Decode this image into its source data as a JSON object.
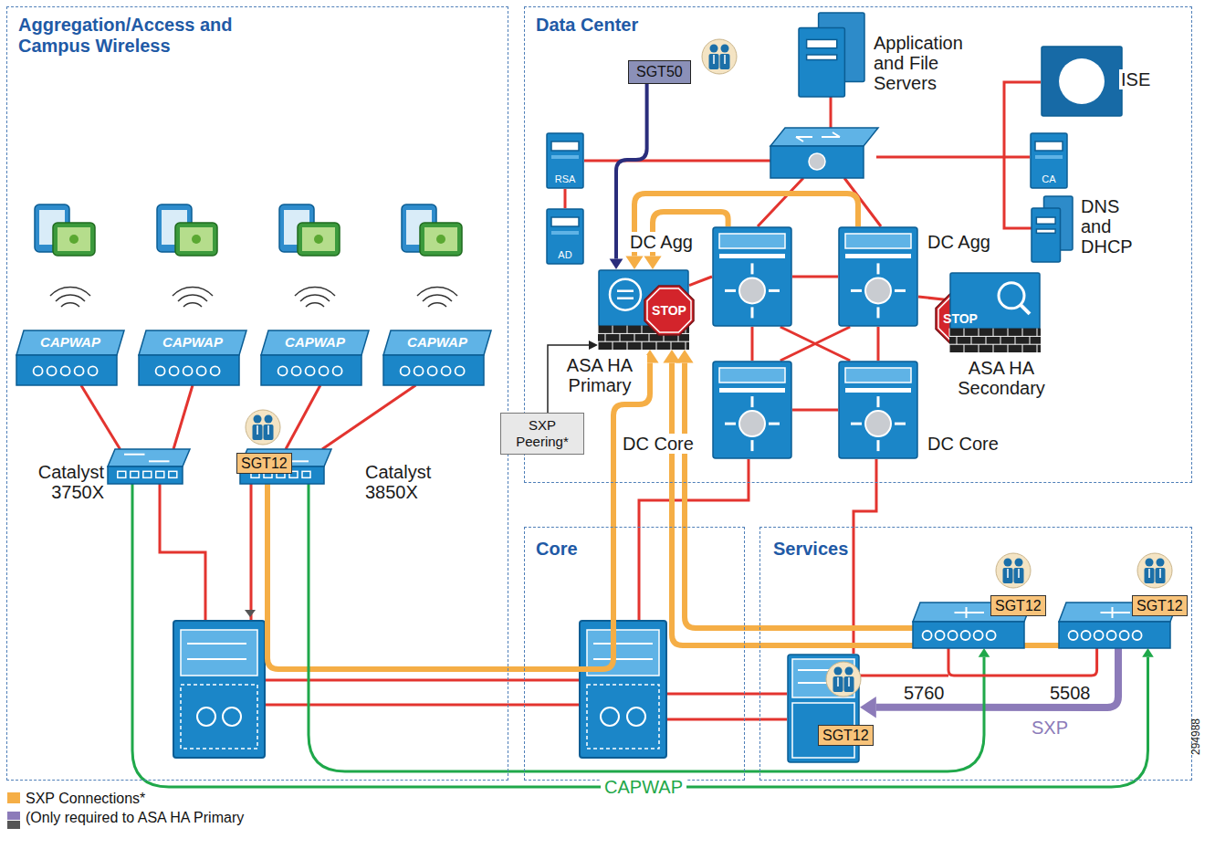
{
  "diagram": {
    "nodes": [
      {
        "text": [
          "Aggregation/Access and Campus Wireless"
        ]
      },
      {
        "text": [
          "Data Center"
        ]
      },
      {
        "text": [
          "Core"
        ]
      },
      {
        "text": [
          "Services"
        ]
      },
      {
        "text": [
          "SGT50"
        ],
        "in": 1
      },
      {
        "text": [
          "Application and File Servers"
        ],
        "in": 1
      },
      {
        "text": [
          "ISE"
        ],
        "in": 1
      },
      {
        "text": [
          "RSA"
        ],
        "in": 1
      },
      {
        "text": [
          "AD"
        ],
        "in": 1
      },
      {
        "text": [
          "CA"
        ],
        "in": 1
      },
      {
        "text": [
          "DNS and DHCP"
        ],
        "in": 1
      },
      {
        "text": [
          "DC Agg"
        ],
        "in": 1
      },
      {
        "text": [
          "DC Agg"
        ],
        "in": 1
      },
      {
        "text": [
          "ASA HA Primary"
        ],
        "in": 1
      },
      {
        "text": [
          "STOP"
        ],
        "in": 1
      },
      {
        "text": [
          "STOP"
        ],
        "in": 1
      },
      {
        "text": [
          "ASA HA Secondary"
        ],
        "in": 1
      },
      {
        "text": [
          "DC Core"
        ],
        "in": 1
      },
      {
        "text": [
          "DC Core"
        ],
        "in": 1
      },
      {
        "text": [
          "SXP Peering*"
        ]
      },
      {
        "text": [
          "CAPWAP"
        ],
        "in": 0
      },
      {
        "text": [
          "CAPWAP"
        ],
        "in": 0
      },
      {
        "text": [
          "CAPWAP"
        ],
        "in": 0
      },
      {
        "text": [
          "CAPWAP"
        ],
        "in": 0
      },
      {
        "text": [
          "Catalyst 3750X"
        ],
        "in": 0
      },
      {
        "text": [
          "Catalyst 3850X",
          "SGT12"
        ],
        "in": 0
      },
      {
        "text": [
          "SGT12"
        ],
        "in": 3
      },
      {
        "text": [
          "SGT12",
          "5760"
        ],
        "in": 3
      },
      {
        "text": [
          "SGT12",
          "5508"
        ],
        "in": 3
      }
    ],
    "edges": [
      {
        "from": 25,
        "to": 13,
        "arrow": "to"
      },
      {
        "from": 27,
        "to": 13,
        "arrow": "to"
      },
      {
        "from": 28,
        "to": 13,
        "arrow": "to"
      },
      {
        "from": 11,
        "to": 13,
        "arrow": "to"
      },
      {
        "from": 12,
        "to": 13,
        "arrow": "to"
      },
      {
        "from": 28,
        "to": 26,
        "label": "SXP",
        "arrow": "to"
      },
      {
        "from": 4,
        "to": 13,
        "arrow": "to"
      },
      {
        "from": 24,
        "to": 28,
        "label": "CAPWAP",
        "arrow": "to"
      },
      {
        "from": 25,
        "to": 27,
        "arrow": "to"
      },
      {
        "from": 20,
        "to": 24,
        "arrow": "none"
      },
      {
        "from": 21,
        "to": 24,
        "arrow": "none"
      },
      {
        "from": 22,
        "to": 25,
        "arrow": "none"
      },
      {
        "from": 23,
        "to": 25,
        "arrow": "none"
      },
      {
        "from": 11,
        "to": 12,
        "arrow": "none"
      },
      {
        "from": 11,
        "to": 17,
        "arrow": "none"
      },
      {
        "from": 12,
        "to": 18,
        "arrow": "none"
      },
      {
        "from": 17,
        "to": 18,
        "arrow": "none"
      },
      {
        "from": 11,
        "to": 18,
        "arrow": "none"
      },
      {
        "from": 12,
        "to": 17,
        "arrow": "none"
      },
      {
        "from": 13,
        "to": 11,
        "arrow": "none"
      },
      {
        "from": 16,
        "to": 12,
        "arrow": "none"
      },
      {
        "from": 27,
        "to": 28,
        "arrow": "none"
      }
    ],
    "labels": [
      "294988"
    ],
    "legend": [
      {
        "text": "SXP Connections*",
        "color": "#f5ae46"
      },
      {
        "text": "(Only required to ASA HA Primary",
        "color": "#8c7bb9"
      }
    ]
  }
}
